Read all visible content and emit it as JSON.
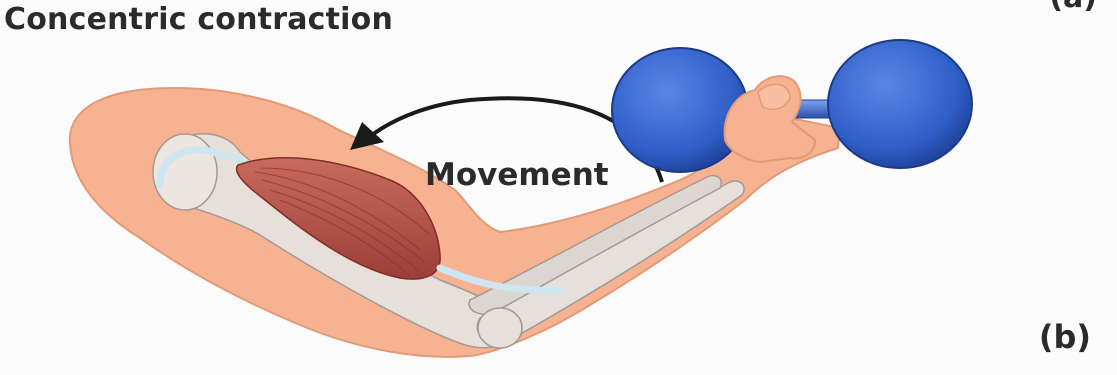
{
  "diagram": {
    "title": "Concentric contraction",
    "panel_top_label": "(a)",
    "panel_label": "(b)",
    "arrow_label": "Movement"
  },
  "colors": {
    "skin": "#f7b391",
    "bone": "#e6dfda",
    "muscle": "#b4544a",
    "tendon": "#cde6f0",
    "dumbbell": "#2f5fc8",
    "text": "#2b2b2b"
  }
}
